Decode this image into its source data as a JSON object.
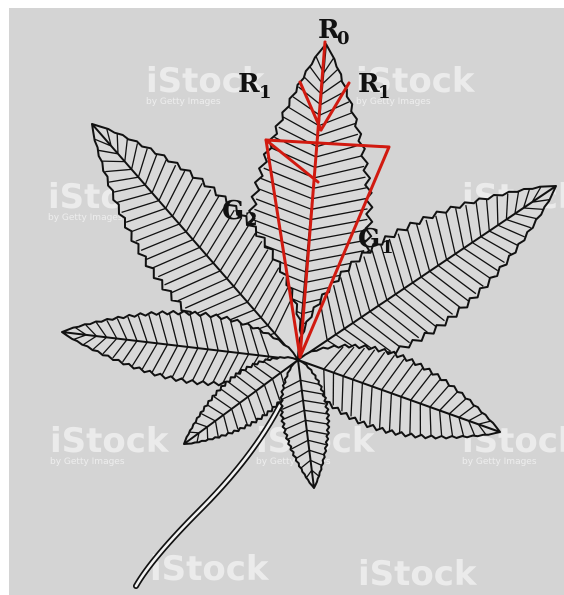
{
  "labels": {
    "r0_main": "R",
    "r0_sub": "0",
    "r1_left_main": "R",
    "r1_left_sub": "1",
    "r1_right_main": "R",
    "r1_right_sub": "1",
    "g2_main": "G",
    "g2_sub": "2",
    "g1_main": "G",
    "g1_sub": "1"
  },
  "watermark": {
    "brand": "iStock",
    "credit": "by Getty Images"
  },
  "colors": {
    "background": "#d4d4d4",
    "leaf_ink": "#111111",
    "annotation": "#d11a10",
    "watermark": "#ffffff"
  }
}
